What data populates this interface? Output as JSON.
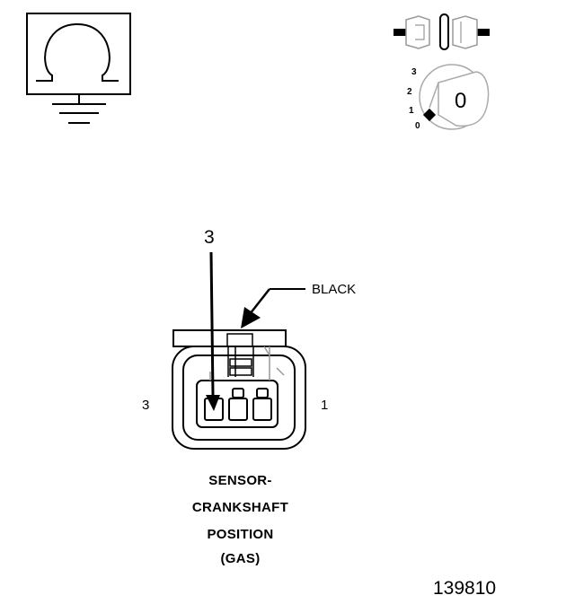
{
  "ignition_key": {
    "positions": [
      "3",
      "2",
      "1",
      "0"
    ],
    "key_glyph": "0"
  },
  "connector": {
    "callout_pin": "3",
    "color_label": "BLACK",
    "pin_left": "3",
    "pin_right": "1"
  },
  "caption_lines": [
    "SENSOR-",
    "CRANKSHAFT",
    "POSITION",
    "(GAS)"
  ],
  "figure_number": "139810",
  "icons": [
    "ohmmeter-icon",
    "ground-symbol-icon",
    "unplugged-connector-icon",
    "ignition-key-icon"
  ]
}
